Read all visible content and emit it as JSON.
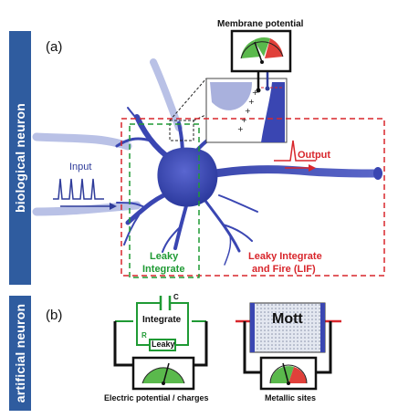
{
  "sidebar": {
    "top_label": "biological neuron",
    "bottom_label": "artificial neuron"
  },
  "panel_a": {
    "tag": "(a)",
    "meter_title": "Membrane potential",
    "input_label": "Input",
    "output_label": "Output",
    "leaky_integrate_line1": "Leaky",
    "leaky_integrate_line2": "Integrate",
    "lif_line1": "Leaky Integrate",
    "lif_line2": "and Fire (LIF)"
  },
  "panel_b": {
    "tag": "(b)",
    "capacitor_label": "C",
    "integrate_label": "Integrate",
    "resistor_label": "R",
    "leaky_label": "Leaky",
    "left_caption": "Electric potential / charges",
    "mott_label": "Mott",
    "right_caption": "Metallic sites"
  },
  "colors": {
    "sidebar": "#2f5c9f",
    "neuron": "#4250b8",
    "integrate_green": "#1f9a34",
    "lif_red": "#d8262c",
    "meter_green": "#5ab94c",
    "meter_red": "#e0403a"
  }
}
